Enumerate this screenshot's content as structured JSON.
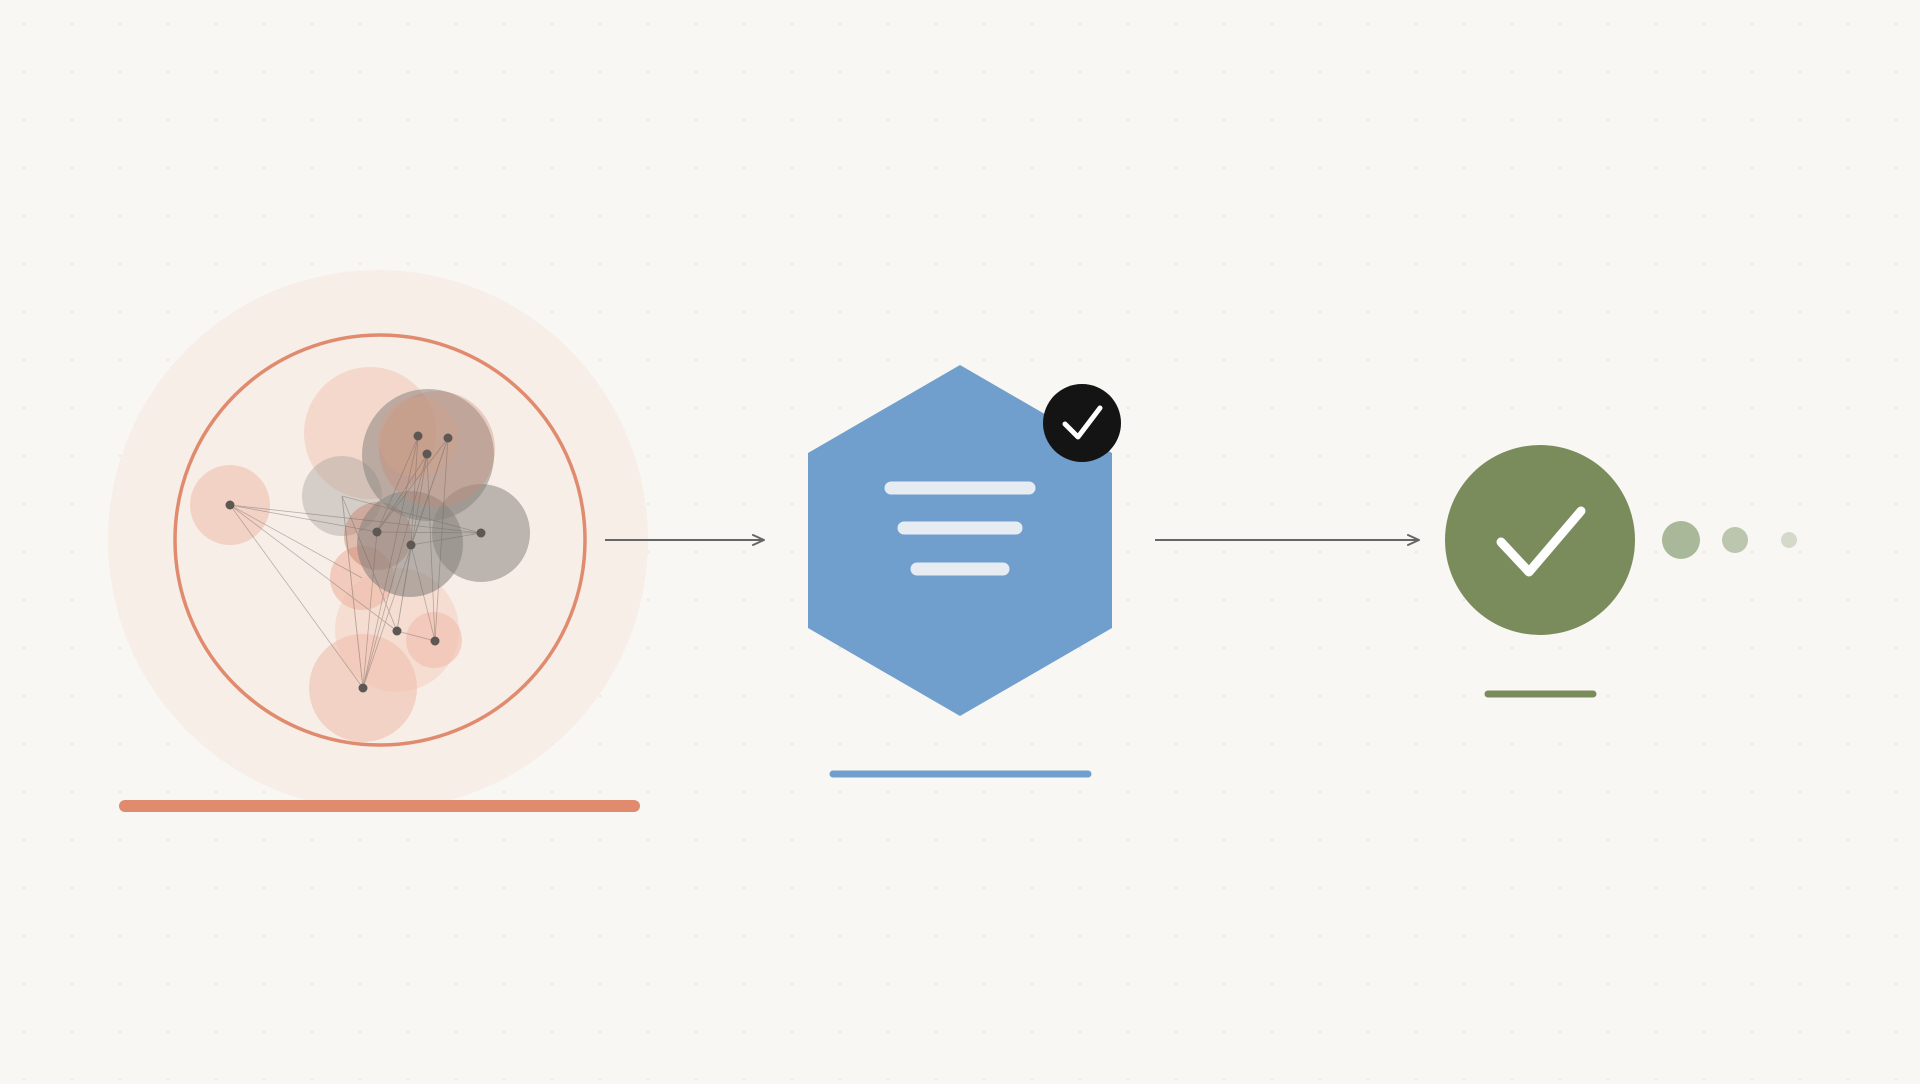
{
  "diagram": {
    "stages": [
      {
        "id": "cluster",
        "icon": "network-cluster-icon",
        "color": "#e08a6e"
      },
      {
        "id": "document",
        "icon": "document-lines-icon",
        "color": "#709fce",
        "badge": "check-badge-icon"
      },
      {
        "id": "approved",
        "icon": "check-circle-icon",
        "color": "#7a8c5c"
      }
    ],
    "colors": {
      "background": "#f9f7f3",
      "cluster_ring": "#e08a6e",
      "cluster_halo": "#f5ebe4",
      "node_pink": "#f0bcaa",
      "node_gray": "#8a8580",
      "document_hex": "#709fce",
      "document_lines": "#e6ecf2",
      "badge": "#141414",
      "success": "#7a8c5c",
      "connector": "#666666"
    }
  }
}
